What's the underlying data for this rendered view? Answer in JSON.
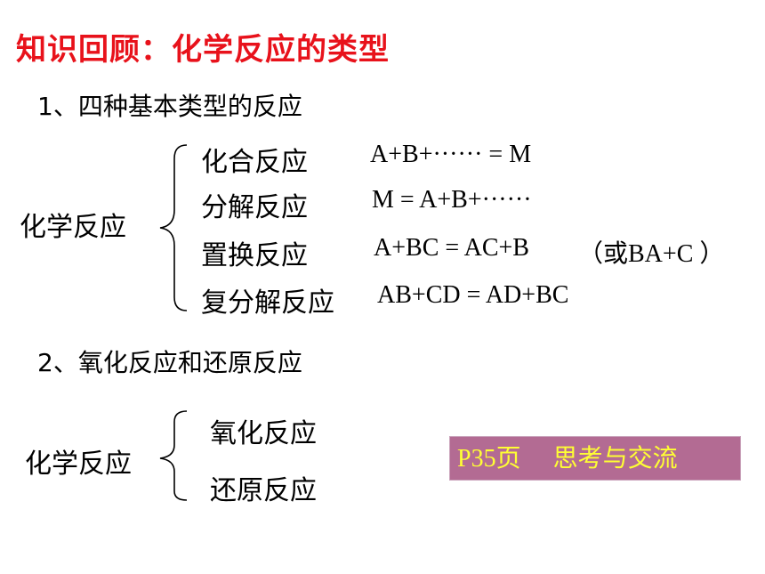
{
  "title": "知识回顾：化学反应的类型",
  "section1": {
    "heading": "1、四种基本类型的反应",
    "category": "化学反应",
    "items": [
      {
        "name": "化合反应",
        "equation": "A+B+······ = M"
      },
      {
        "name": "分解反应",
        "equation": "M = A+B+······"
      },
      {
        "name": "置换反应",
        "equation": "A+BC = AC+B",
        "note": "（或BA+C ）"
      },
      {
        "name": "复分解反应",
        "equation": "AB+CD = AD+BC"
      }
    ]
  },
  "section2": {
    "heading": "2、氧化反应和还原反应",
    "category": "化学反应",
    "items": [
      "氧化反应",
      "还原反应"
    ]
  },
  "callout": {
    "page": "P35页",
    "text": "思考与交流",
    "background": "#b36b93",
    "text_color": "#ffff33"
  }
}
